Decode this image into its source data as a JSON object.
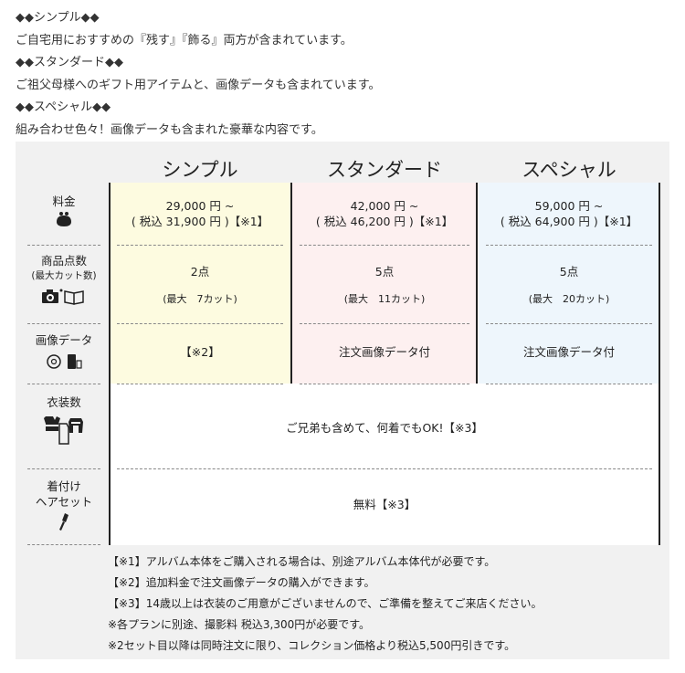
{
  "intro": {
    "simple_heading": "◆◆シンプル◆◆",
    "simple_desc": "ご自宅用におすすめの『残す』『飾る』両方が含まれています。",
    "standard_heading": "◆◆スタンダード◆◆",
    "standard_desc": "ご祖父母様へのギフト用アイテムと、画像データも含まれています。",
    "special_heading": "◆◆スペシャル◆◆",
    "special_desc": "組み合わせ色々！画像データも含まれた豪華な内容です。"
  },
  "plans": [
    "シンプル",
    "スタンダード",
    "スペシャル"
  ],
  "rows": {
    "price": "料金",
    "items": "商品点数",
    "items_sub": "(最大カット数)",
    "image_data": "画像データ",
    "costumes": "衣装数",
    "dressing_1": "着付け",
    "dressing_2": "ヘアセット"
  },
  "prices": [
    {
      "main": "29,000 円 ~",
      "tax": "( 税込 31,900 円 )【※1】"
    },
    {
      "main": "42,000 円 ~",
      "tax": "( 税込 46,200 円 )【※1】"
    },
    {
      "main": "59,000 円 ~",
      "tax": "( 税込 64,900 円 )【※1】"
    }
  ],
  "items": [
    {
      "count": "2点",
      "cuts": "(最大　7カット)"
    },
    {
      "count": "5点",
      "cuts": "(最大　11カット)"
    },
    {
      "count": "5点",
      "cuts": "(最大　20カット)"
    }
  ],
  "image_data": [
    "【※2】",
    "注文画像データ付",
    "注文画像データ付"
  ],
  "costumes_text": "ご兄弟も含めて、何着でもOK!【※3】",
  "dressing_text": "無料【※3】",
  "notes": [
    "【※1】アルバム本体をご購入される場合は、別途アルバム本体代が必要です。",
    "【※2】追加料金で注文画像データの購入ができます。",
    "【※3】14歳以上は衣装のご用意がございませんので、ご準備を整えてご来店ください。",
    "※各プランに別途、撮影料 税込3,300円が必要です。",
    "※2セット目以降は同時注文に限り、コレクション価格より税込5,500円引きです。"
  ]
}
